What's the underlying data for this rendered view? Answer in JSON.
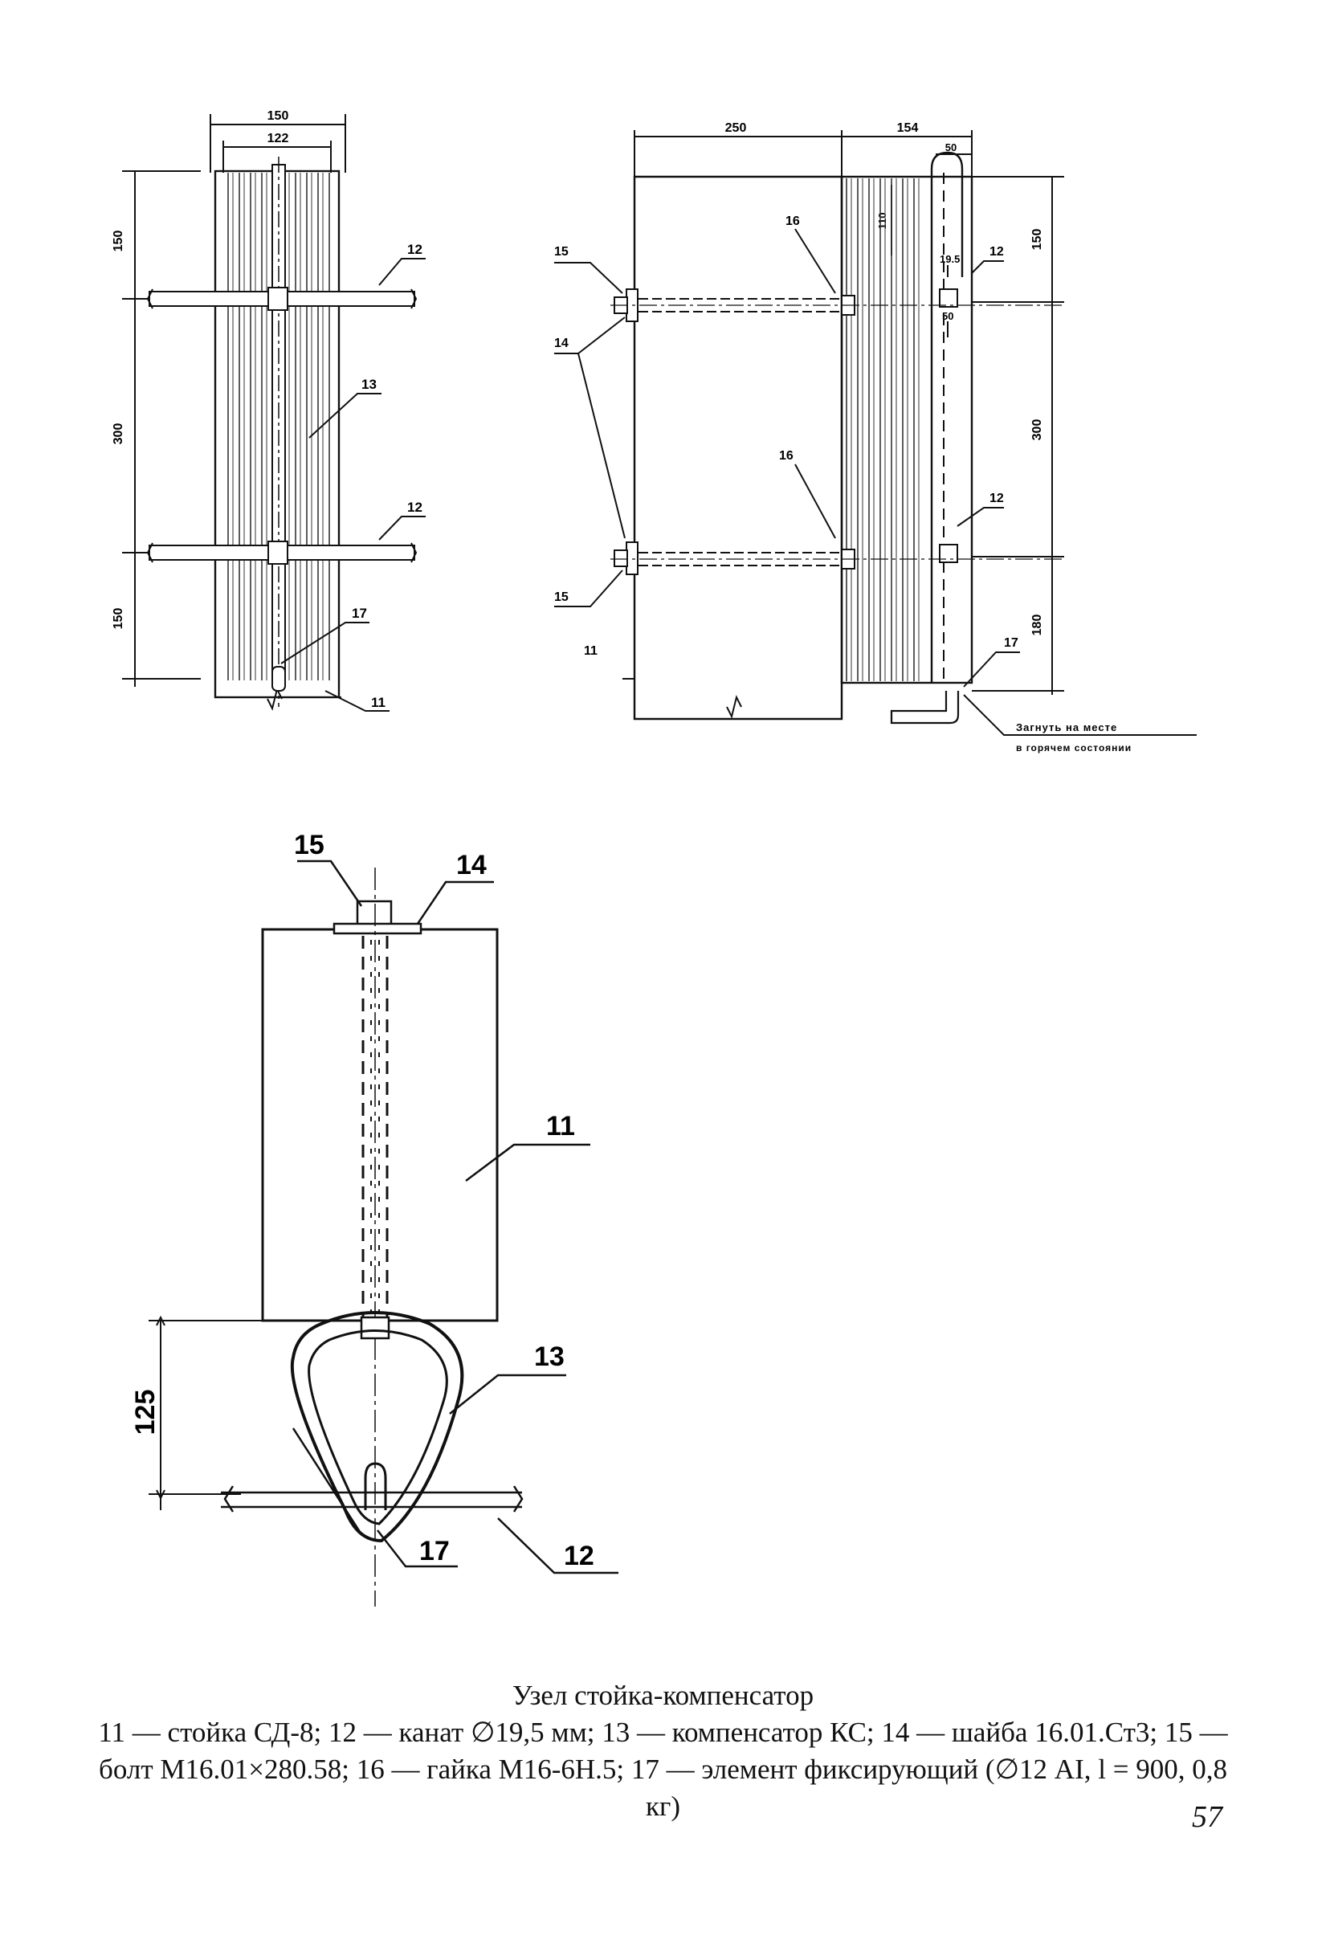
{
  "drawing": {
    "top_front": {
      "dims": {
        "outer_width": "150",
        "inner_width": "122",
        "top": "150",
        "middle": "300",
        "bottom": "150"
      },
      "callouts": {
        "rope_upper": "12",
        "compensator": "13",
        "rope_lower": "12",
        "fixing_element": "17",
        "post": "11"
      }
    },
    "top_side": {
      "dims": {
        "post_width": "250",
        "compensator_width": "154",
        "offset": "50",
        "gap": "110",
        "rope_dia": "19.5",
        "small": "50",
        "top": "150",
        "middle": "300",
        "bottom": "180"
      },
      "callouts": {
        "bolt_upper": "15",
        "nut_upper": "16",
        "washer": "14",
        "nut_lower": "16",
        "bolt_lower": "15",
        "post": "11",
        "rope_upper": "12",
        "rope_lower": "12",
        "fixing_element": "17"
      },
      "note_line1": "Загнуть на месте",
      "note_line2": "в горячем состоянии"
    },
    "section": {
      "dims": {
        "height": "125"
      },
      "callouts": {
        "bolt": "15",
        "washer": "14",
        "post": "11",
        "compensator": "13",
        "fixing_element": "17",
        "rope": "12"
      }
    }
  },
  "caption": {
    "title": "Узел стойка-компенсатор",
    "legend": [
      {
        "num": "11",
        "text": "стойка СД-8"
      },
      {
        "num": "12",
        "text": "канат ∅19,5 мм"
      },
      {
        "num": "13",
        "text": "компенсатор КС"
      },
      {
        "num": "14",
        "text": "шайба 16.01.Ст3"
      },
      {
        "num": "15",
        "text": "болт М16.01×280.58"
      },
      {
        "num": "16",
        "text": "гайка М16-6Н.5"
      },
      {
        "num": "17",
        "text": "элемент фиксирующий (∅12 AI, l = 900, 0,8 кг)"
      }
    ],
    "separator": " — "
  },
  "page_number": "57"
}
